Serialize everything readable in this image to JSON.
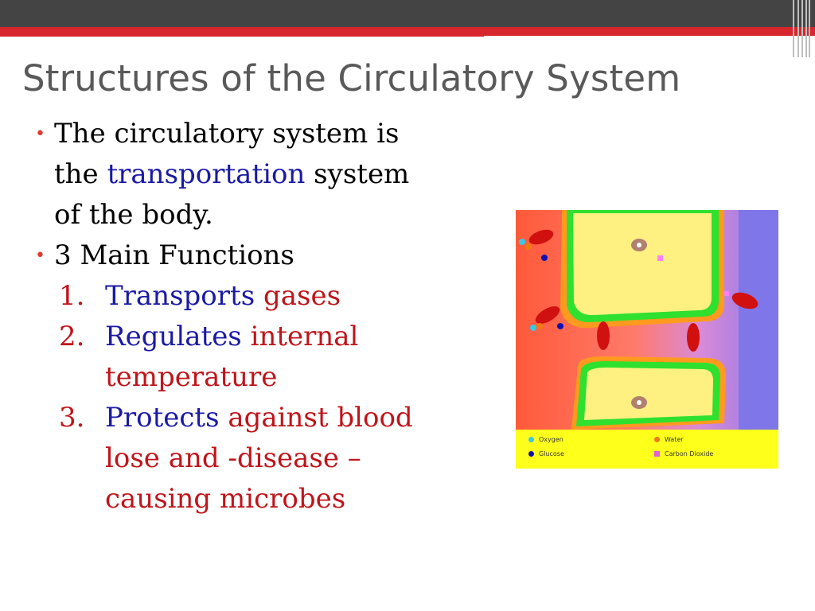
{
  "slide": {
    "title": "Structures of the Circulatory System",
    "bullets": [
      {
        "line1": "The circulatory system is",
        "line2_pre": "the",
        "line2_em": "transportation",
        "line2_post": "system",
        "line3": "of the body."
      },
      {
        "text": "3 Main Functions"
      }
    ],
    "functions": [
      {
        "num": "1.",
        "verb": "Transports",
        "rest": "gases",
        "cont": []
      },
      {
        "num": "2.",
        "verb": "Regulates",
        "rest": "internal",
        "cont": [
          "temperature"
        ]
      },
      {
        "num": "3.",
        "verb": "Protects",
        "rest": "against blood",
        "cont": [
          "lose and -disease –",
          "causing microbes"
        ]
      }
    ]
  },
  "diagram": {
    "legend": {
      "oxygen": "Oxygen",
      "glucose": "Glucose",
      "water": "Water",
      "carbon_dioxide": "Carbon Dioxide"
    },
    "colors": {
      "oxygen": "#38c8e8",
      "glucose": "#1010b0",
      "water": "#f07a10",
      "carbon_dioxide": "#e060e0",
      "legend_bg": "#ffff1c"
    }
  },
  "theme": {
    "accent": "#d7262c",
    "title_color": "#595959",
    "emphasis_blue": "#1a1aa6",
    "emphasis_red": "#c0141a"
  }
}
